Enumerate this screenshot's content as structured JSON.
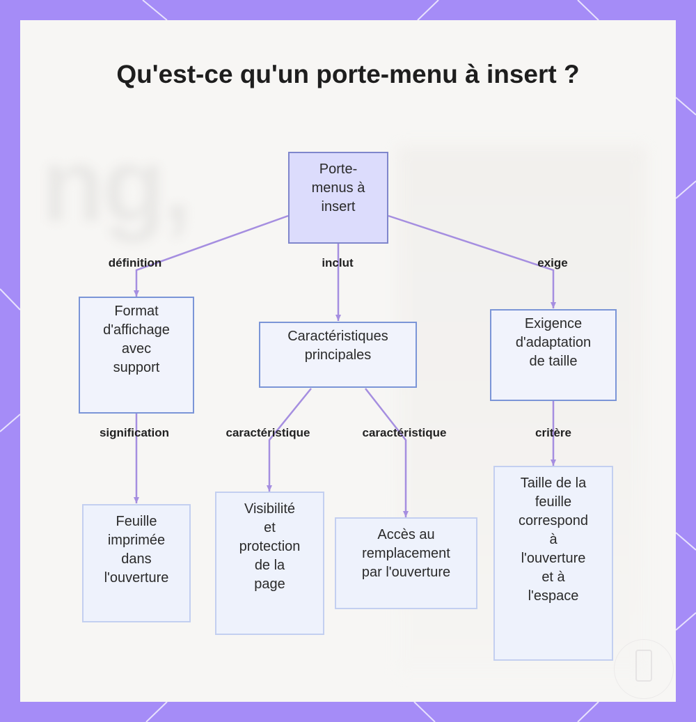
{
  "title": "Qu'est-ce qu'un porte-menu à insert ?",
  "colors": {
    "frame": "#a58cf7",
    "card": "#f7f6f4",
    "edge": "#a58ee0",
    "root_fill": "#dcdcfc",
    "node_border": "#7b95d7",
    "leaf_border": "#c3cff0"
  },
  "nodes": {
    "root": {
      "lines": [
        "Porte-",
        "menus à",
        "insert"
      ]
    },
    "definition": {
      "lines": [
        "Format",
        "d'affichage",
        "avec",
        "support"
      ]
    },
    "features": {
      "lines": [
        "Caractéristiques",
        "principales"
      ]
    },
    "requirement": {
      "lines": [
        "Exigence",
        "d'adaptation",
        "de taille"
      ]
    },
    "sheet": {
      "lines": [
        "Feuille",
        "imprimée",
        "dans",
        "l'ouverture"
      ]
    },
    "visibility": {
      "lines": [
        "Visibilité",
        "et",
        "protection",
        "de la",
        "page"
      ]
    },
    "access": {
      "lines": [
        "Accès au",
        "remplacement",
        "par l'ouverture"
      ]
    },
    "size": {
      "lines": [
        "Taille de la",
        "feuille",
        "correspond",
        "à",
        "l'ouverture",
        "et à",
        "l'espace"
      ]
    }
  },
  "edge_labels": {
    "definition": "définition",
    "includes": "inclut",
    "requires": "exige",
    "meaning": "signification",
    "feature_1": "caractéristique",
    "feature_2": "caractéristique",
    "criterion": "critère"
  }
}
